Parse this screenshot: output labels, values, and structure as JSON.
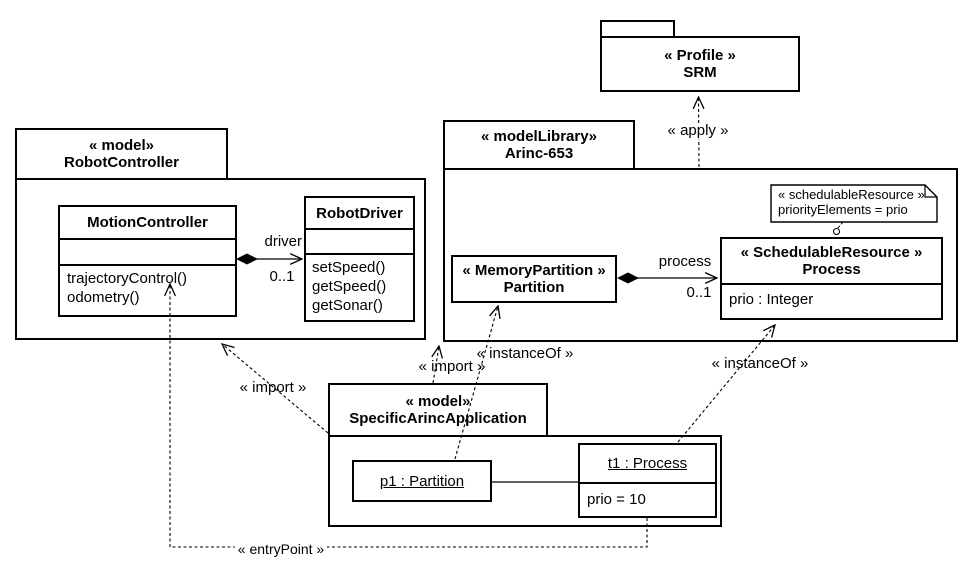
{
  "packages": {
    "srm": {
      "stereotype": "« Profile »",
      "name": "SRM"
    },
    "robotController": {
      "stereotype": "« model»",
      "name": "RobotController"
    },
    "arinc": {
      "stereotype": "« modelLibrary»",
      "name": "Arinc-653"
    },
    "specificApp": {
      "stereotype": "« model»",
      "name": "SpecificArincApplication"
    }
  },
  "classes": {
    "motionController": {
      "name": "MotionController",
      "ops": [
        "trajectoryControl()",
        "odometry()"
      ]
    },
    "robotDriver": {
      "name": "RobotDriver",
      "ops": [
        "setSpeed()",
        "getSpeed()",
        "getSonar()"
      ]
    },
    "partition": {
      "stereotype": "« MemoryPartition »",
      "name": "Partition"
    },
    "process": {
      "stereotype": "« SchedulableResource »",
      "name": "Process",
      "attrs": [
        "prio : Integer"
      ]
    }
  },
  "instances": {
    "p1": {
      "name": "p1 : Partition"
    },
    "t1": {
      "name": "t1 : Process",
      "slots": [
        "prio = 10"
      ]
    }
  },
  "note": {
    "stereotype": "« schedulableResource »",
    "body": "priorityElements = prio"
  },
  "associations": {
    "driver": {
      "name": "driver",
      "multiplicity": "0..1"
    },
    "process": {
      "name": "process",
      "multiplicity": "0..1"
    }
  },
  "dependencies": {
    "apply": {
      "label": "« apply »"
    },
    "importLeft": {
      "label": "« import »"
    },
    "importMid": {
      "label": "« import »"
    },
    "instanceOfLeft": {
      "label": "« instanceOf »"
    },
    "instanceOfRight": {
      "label": "« instanceOf »"
    },
    "entryPoint": {
      "label": "« entryPoint »"
    }
  },
  "colors": {
    "line": "#000000",
    "background": "#ffffff"
  }
}
